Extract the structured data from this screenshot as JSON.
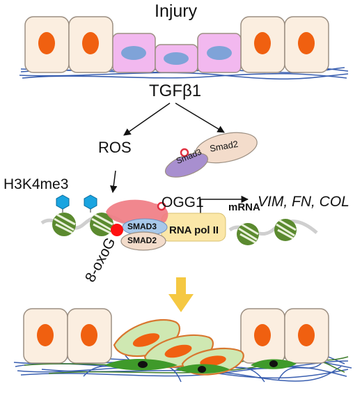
{
  "labels": {
    "injury": "Injury",
    "tgfb1": "TGFβ1",
    "ros": "ROS",
    "h3k4me3": "H3K4me3",
    "ogg1": "OGG1",
    "mrna": "mRNA",
    "genes": "VIM, FN, COL",
    "smad3_bound": "SMAD3",
    "smad2_bound": "SMAD2",
    "rna_pol": "RNA pol II",
    "oxog": "8-oxoG",
    "smad3_free": "Smad3",
    "smad2_free": "Smad2"
  },
  "colors": {
    "epithelial_cell": "#fbeee0",
    "cell_outline": "#9c8f82",
    "nucleus": "#f06010",
    "injured_cell": "#f2b8ef",
    "injured_nucleus": "#7fa3d8",
    "fiber_blue": "#3a5fb0",
    "fiber_green": "#3f7d2a",
    "histone_green": "#5b8a2f",
    "methyl_mark": "#1aa4e0",
    "ogg1": "#f07a82",
    "oxog": "#ff1010",
    "smad3": "#a88fcf",
    "smad2": "#f3dccb",
    "rna_pol": "#fbe7a8",
    "fibroblast": "#cfe8b2",
    "fibroblast_outline": "#d8772f",
    "process_arrow": "#f5c842"
  }
}
